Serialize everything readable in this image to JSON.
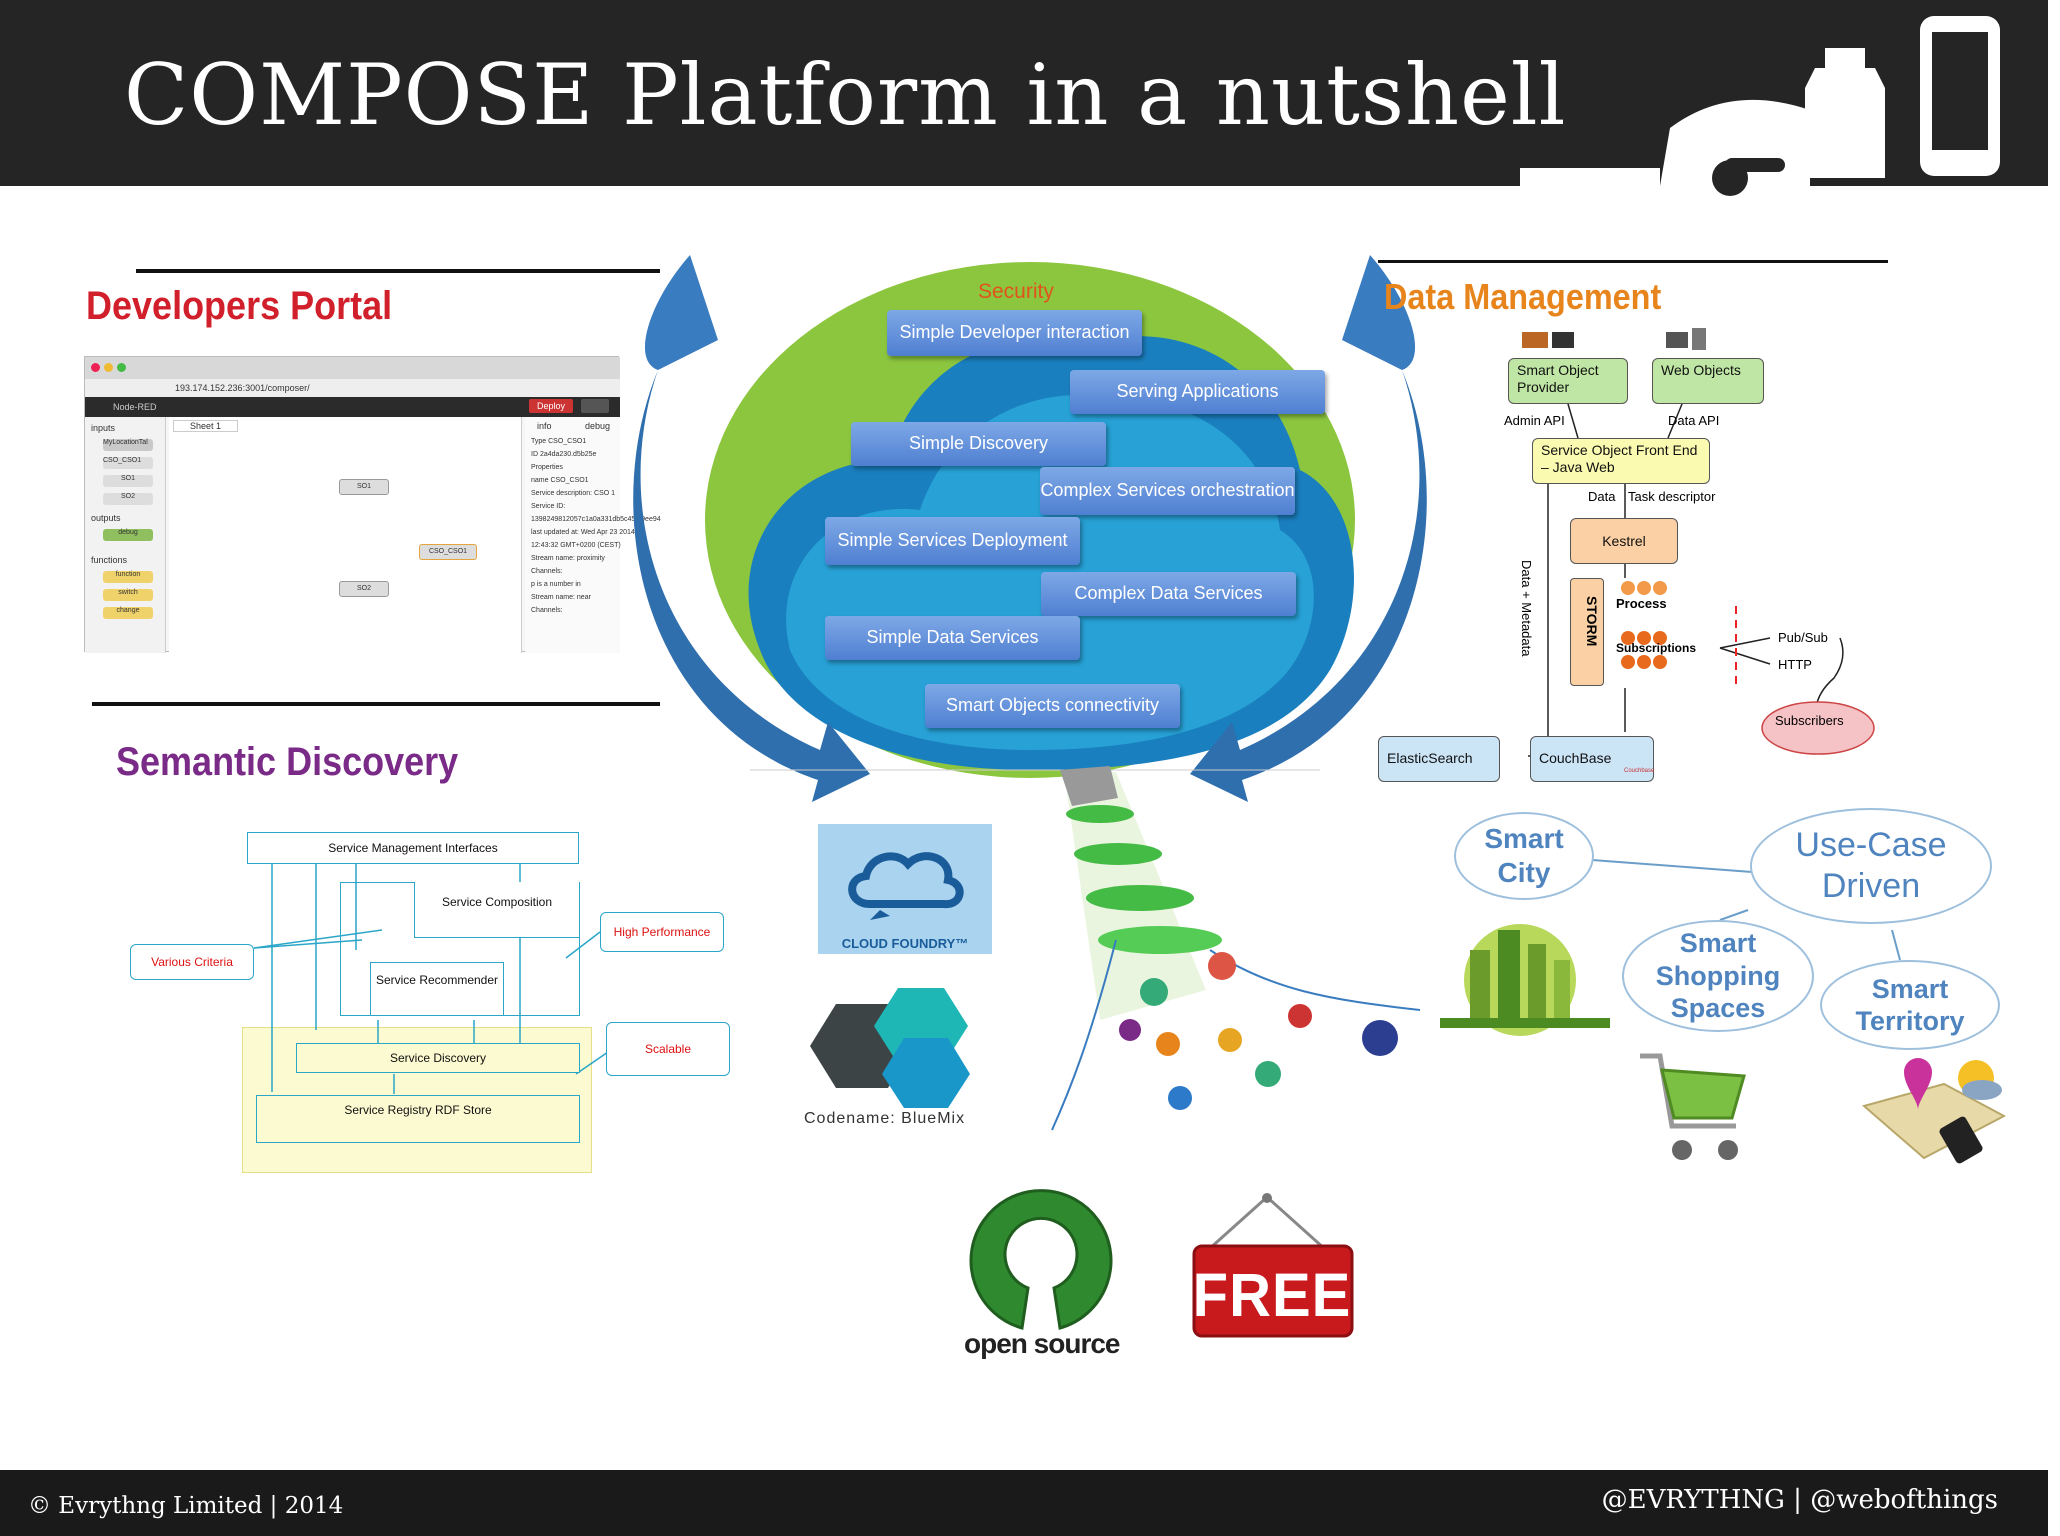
{
  "title": "COMPOSE Platform in a nutshell",
  "footer": {
    "left": "© Evrythng Limited | 2014",
    "right": "@EVRYTHNG | @webofthings"
  },
  "developers_portal": {
    "title": "Developers Portal",
    "url": "193.174.152.236:3001/composer/",
    "app_name": "Node-RED",
    "deploy": "Deploy",
    "sheet": "Sheet 1",
    "palette": {
      "inputs": "inputs",
      "input_nodes": [
        "MyLocationTal",
        "CSO_CSO1",
        "SO1",
        "SO2"
      ],
      "outputs": "outputs",
      "output_nodes": [
        "debug"
      ],
      "functions": "functions",
      "function_nodes": [
        "function",
        "switch",
        "change"
      ]
    },
    "canvas_nodes": [
      "SO1",
      "CSO_CSO1",
      "SO2"
    ],
    "info_tab": "info",
    "debug_tab": "debug",
    "info_lines": [
      "Type   CSO_CSO1",
      "ID   2a4da230.d5b25e",
      "Properties",
      "name   CSO_CSO1",
      "Service description: CSO 1",
      "Service ID:",
      "1398249812057c1a0a331db5c45f89ee94",
      "last updated at: Wed Apr 23 2014",
      "12:43:32 GMT+0200 (CEST)",
      "Stream name: proximity",
      "Channels:",
      "p is a number in",
      "Stream name: near",
      "Channels:"
    ]
  },
  "semantic_discovery": {
    "title": "Semantic Discovery",
    "smi": "Service Management Interfaces",
    "composition": "Service Composition",
    "recommender": "Service Recommender",
    "discovery": "Service Discovery",
    "registry": "Service Registry RDF Store",
    "criteria": "Various Criteria",
    "performance": "High Performance",
    "scalable": "Scalable"
  },
  "platform": {
    "security": "Security",
    "pills": [
      "Simple Developer interaction",
      "Serving Applications",
      "Simple Discovery",
      "Complex Services orchestration",
      "Simple Services Deployment",
      "Complex Data Services",
      "Simple Data Services",
      "Smart Objects connectivity"
    ]
  },
  "data_management": {
    "title": "Data Management",
    "smart_object_provider": "Smart Object Provider",
    "web_objects": "Web Objects",
    "admin_api": "Admin API",
    "data_api": "Data API",
    "service_object": "Service Object Front End – Java Web",
    "data": "Data",
    "task_descriptor": "Task descriptor",
    "data_metadata": "Data + Metadata",
    "kestrel": "Kestrel",
    "storm": "STORM",
    "process": "Process",
    "subscriptions": "Subscriptions",
    "pubsub": "Pub/Sub",
    "http": "HTTP",
    "subscribers": "Subscribers",
    "elasticsearch": "ElasticSearch",
    "couchbase": "CouchBase",
    "couchbase_small": "Couchbase"
  },
  "cloud_foundry": "CLOUD FOUNDRY™",
  "bluemix": "Codename: BlueMix",
  "use_cases": {
    "main": "Use-Case Driven",
    "city": "Smart City",
    "shopping": "Smart Shopping Spaces",
    "territory": "Smart Territory"
  },
  "open_source": "open source",
  "free": "FREE",
  "colors": {
    "header": "#252525",
    "dev_title": "#d11f2b",
    "sem_title": "#7a2a87",
    "dm_title": "#e8841c",
    "pill": "#5b8ad8",
    "cloud": "#1f8fc9",
    "green": "#8cc63f"
  }
}
